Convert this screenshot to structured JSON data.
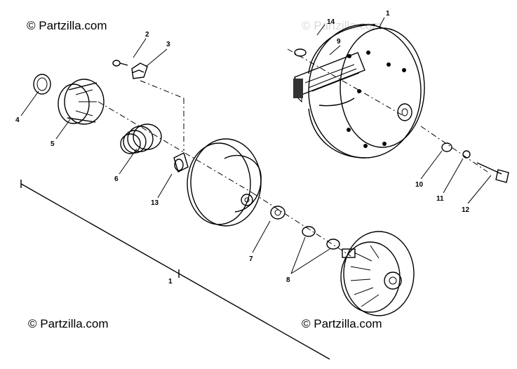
{
  "watermarks": {
    "top_left": "© Partzilla.com",
    "bottom_left": "© Partzilla.com",
    "bottom_right": "© Partzilla.com",
    "top_right_faint": "© Partzilla.com"
  },
  "callouts": {
    "c1_top": "1",
    "c2": "2",
    "c3": "3",
    "c4": "4",
    "c5": "5",
    "c6": "6",
    "c7": "7",
    "c8": "8",
    "c9": "9",
    "c10": "10",
    "c11": "11",
    "c12": "12",
    "c13": "13",
    "c14": "14",
    "c1_bottom": "1"
  }
}
